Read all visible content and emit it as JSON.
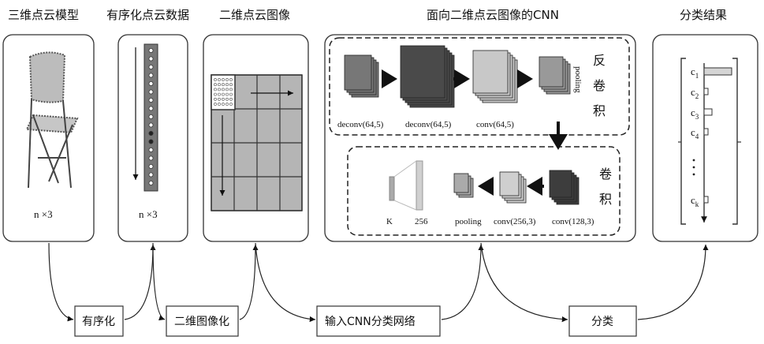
{
  "titles": {
    "model": "三维点云模型",
    "ordered": "有序化点云数据",
    "image": "二维点云图像",
    "cnn": "面向二维点云图像的CNN",
    "result": "分类结果"
  },
  "labels": {
    "n3_model": "n ×3",
    "n3_ordered": "n ×3",
    "deconv1": "deconv(64,5)",
    "deconv2": "deconv(64,5)",
    "conv1": "conv(64,5)",
    "pooling_top": "pooling",
    "deconv_section_1": "反",
    "deconv_section_2": "卷",
    "deconv_section_3": "积",
    "conv_section_1": "卷",
    "conv_section_2": "积",
    "conv128": "conv(128,3)",
    "conv256": "conv(256,3)",
    "pooling_bottom": "pooling",
    "fc256": "256",
    "fcK": "K"
  },
  "classes": {
    "c1": "c",
    "c1_sub": "1",
    "c2": "c",
    "c2_sub": "2",
    "c3": "c",
    "c3_sub": "3",
    "c4": "c",
    "c4_sub": "4",
    "ck": "c",
    "ck_sub": "k"
  },
  "steps": {
    "order": "有序化",
    "to2d": "二维图像化",
    "input": "输入CNN分类网络",
    "classify": "分类"
  },
  "colors": {
    "stroke": "#333333",
    "grid_fill": "#b5b5b5",
    "dark_block": "#555555",
    "mid_block": "#8a8a8a",
    "light_block": "#c8c8c8"
  }
}
